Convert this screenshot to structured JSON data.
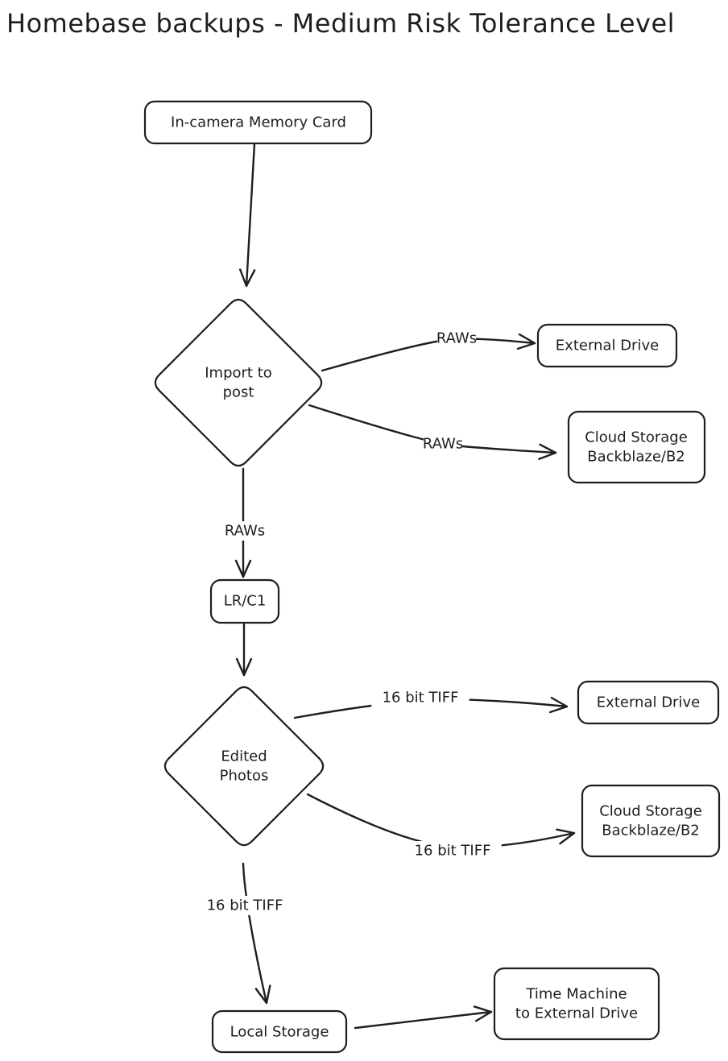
{
  "title": "Homebase backups - Medium Risk Tolerance Level",
  "nodes": {
    "memory_card": {
      "lines": [
        "In-camera Memory Card"
      ]
    },
    "import_to_post": {
      "lines": [
        "Import to",
        "post"
      ]
    },
    "external_drive_1": {
      "lines": [
        "External Drive"
      ]
    },
    "cloud_storage_1": {
      "lines": [
        "Cloud Storage",
        "Backblaze/B2"
      ]
    },
    "lr_c1": {
      "lines": [
        "LR/C1"
      ]
    },
    "edited_photos": {
      "lines": [
        "Edited",
        "Photos"
      ]
    },
    "external_drive_2": {
      "lines": [
        "External Drive"
      ]
    },
    "cloud_storage_2": {
      "lines": [
        "Cloud Storage",
        "Backblaze/B2"
      ]
    },
    "local_storage": {
      "lines": [
        "Local Storage"
      ]
    },
    "time_machine": {
      "lines": [
        "Time Machine",
        "to External Drive"
      ]
    }
  },
  "edges": [
    {
      "from": "memory_card",
      "to": "import_to_post",
      "label": ""
    },
    {
      "from": "import_to_post",
      "to": "external_drive_1",
      "label": "RAWs"
    },
    {
      "from": "import_to_post",
      "to": "cloud_storage_1",
      "label": "RAWs"
    },
    {
      "from": "import_to_post",
      "to": "lr_c1",
      "label": "RAWs"
    },
    {
      "from": "lr_c1",
      "to": "edited_photos",
      "label": ""
    },
    {
      "from": "edited_photos",
      "to": "external_drive_2",
      "label": "16 bit TIFF"
    },
    {
      "from": "edited_photos",
      "to": "cloud_storage_2",
      "label": "16 bit TIFF"
    },
    {
      "from": "edited_photos",
      "to": "local_storage",
      "label": "16 bit TIFF"
    },
    {
      "from": "local_storage",
      "to": "time_machine",
      "label": ""
    }
  ]
}
